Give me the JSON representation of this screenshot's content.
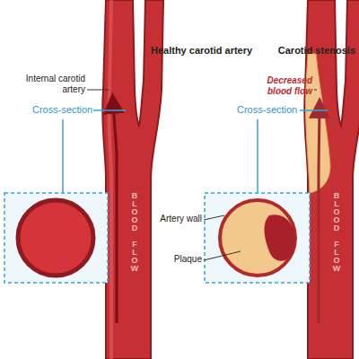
{
  "diagram": {
    "labels": [
      "Healthy carotid artery",
      "Carotid stenosis",
      "Internal carotid artery",
      "Decreased blood flow",
      "Cross-section",
      "Cross-section",
      "BLOOD FLOW",
      "BLOOD FLOW",
      "Artery wall",
      "Plaque"
    ]
  }
}
